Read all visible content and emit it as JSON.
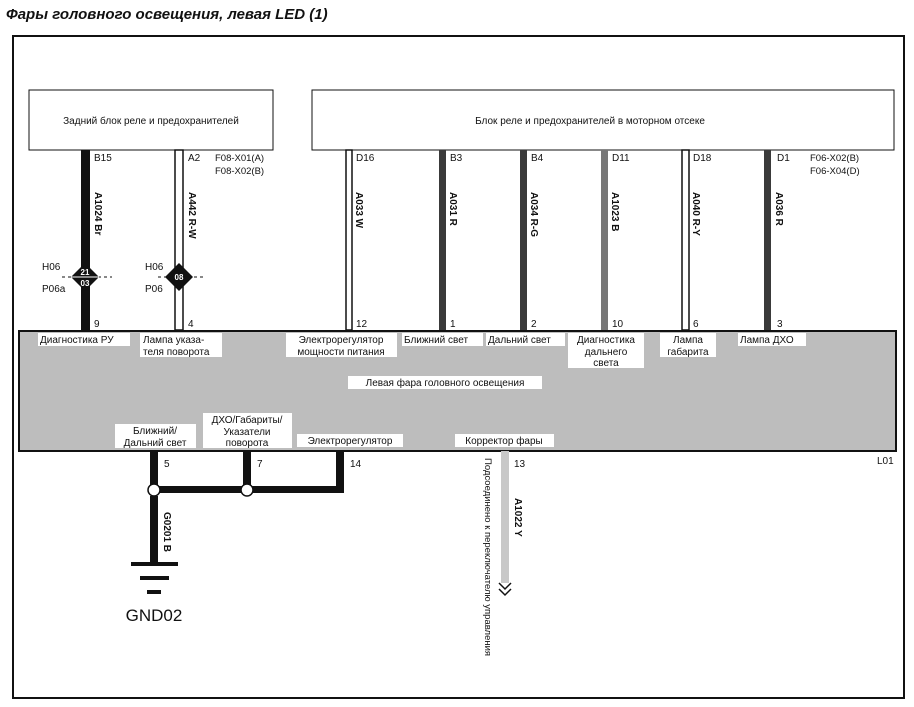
{
  "title": "Фары головного освещения, левая LED (1)",
  "blocks": {
    "rear": "Задний блок реле и предохранителей",
    "engine": "Блок реле и предохранителей в моторном отсеке",
    "headlamp": "Левая фара головного освещения",
    "headlamp_id": "L01"
  },
  "connectors": {
    "a2_conn": "F08-X01(A)",
    "a2_conn2": "F08-X02(B)",
    "d1_conn": "F06-X02(B)",
    "d1_conn2": "F06-X04(D)",
    "h06_left": "H06",
    "p06a_left": "P06a",
    "h06_right": "H06",
    "p06_right": "P06",
    "diamond_top_left": "21",
    "diamond_bottom_left": "03",
    "diamond_right": "08"
  },
  "top_wires": [
    {
      "pin_src": "B15",
      "wire": "A1024 Br",
      "pin_dst": "9",
      "label": "Диагностика РУ"
    },
    {
      "pin_src": "A2",
      "wire": "A442 R-W",
      "pin_dst": "4",
      "label": "Лампа указа-",
      "label2": "теля поворота"
    },
    {
      "pin_src": "D16",
      "wire": "A033 W",
      "pin_dst": "12",
      "label": "Электрорегулятор",
      "label2": "мощности питания"
    },
    {
      "pin_src": "B3",
      "wire": "A031 R",
      "pin_dst": "1",
      "label": "Ближний свет"
    },
    {
      "pin_src": "B4",
      "wire": "A034 R-G",
      "pin_dst": "2",
      "label": "Дальний свет"
    },
    {
      "pin_src": "D11",
      "wire": "A1023 B",
      "pin_dst": "10",
      "label": "Диагностика",
      "label2": "дальнего",
      "label3": "света"
    },
    {
      "pin_src": "D18",
      "wire": "A040 R-Y",
      "pin_dst": "6",
      "label": "Лампа",
      "label2": "габарита"
    },
    {
      "pin_src": "D1",
      "wire": "A036 R",
      "pin_dst": "3",
      "label": "Лампа ДХО"
    }
  ],
  "bottom_wires": {
    "pin5": "5",
    "pin5_label": "Ближний/",
    "pin5_label2": "Дальний свет",
    "pin7": "7",
    "pin7_label": "ДХО/Габариты/",
    "pin7_label2": "Указатели",
    "pin7_label3": "поворота",
    "pin14": "14",
    "pin14_label": "Электрорегулятор",
    "pin13": "13",
    "pin13_label": "Корректор фары",
    "ground_wire": "G0201 B",
    "ground_name": "GND02",
    "corrector_wire": "A1022 Y",
    "corrector_note": "Подсоединено к переключателю управления"
  },
  "colors": {
    "headlamp_fill": "#bdbdbd",
    "wire_black": "#111111",
    "wire_dark_grey": "#3a3a3a",
    "wire_grey": "#777777",
    "wire_light_grey": "#c8c8c8"
  }
}
